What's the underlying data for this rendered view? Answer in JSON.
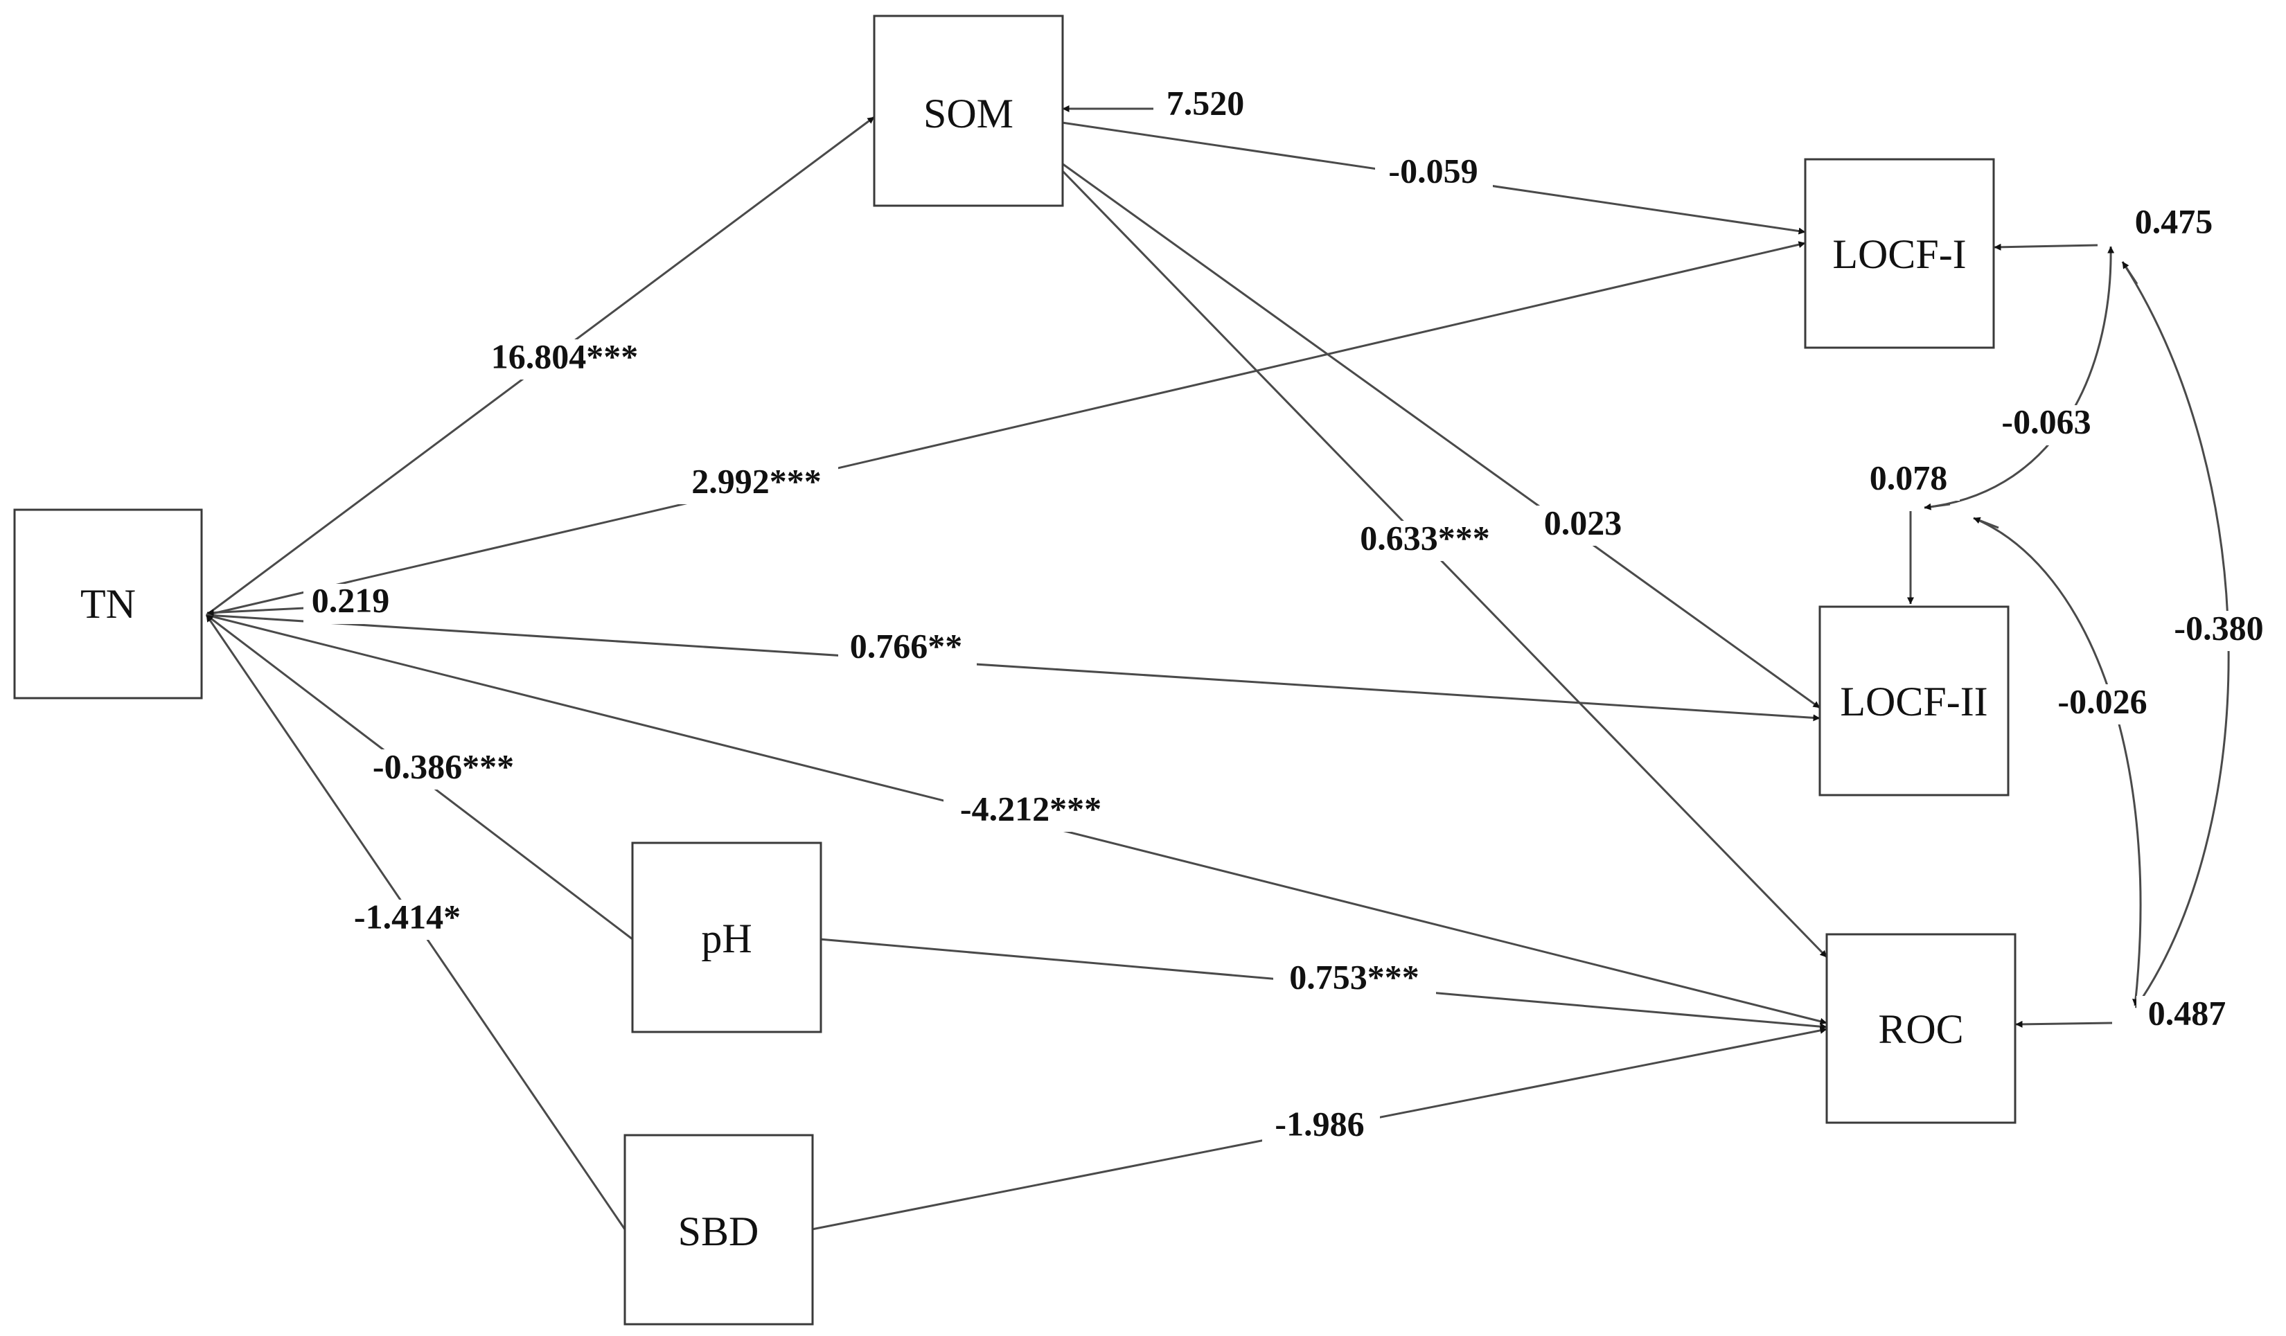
{
  "nodes": {
    "som": "SOM",
    "tn": "TN",
    "locf1": "LOCF-I",
    "locf2": "LOCF-II",
    "ph": "pH",
    "sbd": "SBD",
    "roc": "ROC"
  },
  "paths": {
    "tn_som": "16.804***",
    "tn_locf1": "2.992***",
    "tn_locf2": "0.766**",
    "tn_roc": "-4.212***",
    "tn_ph": "-0.386***",
    "tn_sbd": "-1.414*",
    "som_locf1": "-0.059",
    "som_locf2": "0.023",
    "som_roc": "0.633***",
    "ph_roc": "0.753***",
    "sbd_roc": "-1.986"
  },
  "variances": {
    "tn": "0.219",
    "som": "7.520",
    "locf1": "0.475",
    "locf2": "0.078",
    "roc": "0.487"
  },
  "covariances": {
    "locf1_locf2": "-0.063",
    "locf2_roc": "-0.026",
    "locf1_roc": "-0.380"
  }
}
